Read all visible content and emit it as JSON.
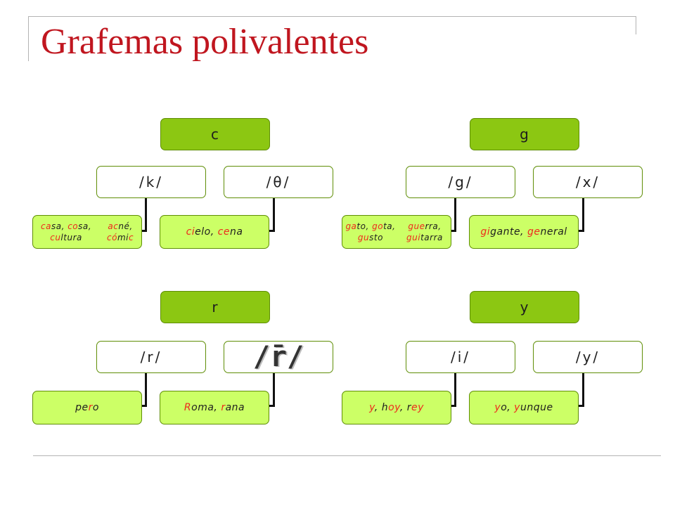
{
  "slide": {
    "title": "Grafemas polivalentes"
  },
  "colors": {
    "title": "#c0161f",
    "root_fill": "#8cc712",
    "leaf_fill": "#ccff66",
    "highlight": "#ee2a1c",
    "border": "#5f8e06"
  },
  "trees": [
    {
      "grapheme": "c",
      "phonemes": [
        {
          "label": "/k/",
          "examples": [
            [
              [
                "ca",
                true
              ],
              [
                "sa, ",
                false
              ],
              [
                "co",
                true
              ],
              [
                "sa, ",
                false
              ],
              [
                "cu",
                true
              ],
              [
                "ltura",
                false
              ]
            ],
            [
              [
                "ac",
                true
              ],
              [
                "né, ",
                false
              ],
              [
                "có",
                true
              ],
              [
                "mi",
                false
              ],
              [
                "c",
                true
              ]
            ]
          ]
        },
        {
          "label": "/θ/",
          "examples": [
            [
              [
                "ci",
                true
              ],
              [
                "elo, ",
                false
              ],
              [
                "ce",
                true
              ],
              [
                "na",
                false
              ]
            ]
          ]
        }
      ]
    },
    {
      "grapheme": "g",
      "phonemes": [
        {
          "label": "/g/",
          "examples": [
            [
              [
                "ga",
                true
              ],
              [
                "to, ",
                false
              ],
              [
                "go",
                true
              ],
              [
                "ta, ",
                false
              ],
              [
                "gu",
                true
              ],
              [
                "sto",
                false
              ]
            ],
            [
              [
                "gue",
                true
              ],
              [
                "rra, ",
                false
              ],
              [
                "gui",
                true
              ],
              [
                "tarra",
                false
              ]
            ]
          ]
        },
        {
          "label": "/x/",
          "examples": [
            [
              [
                "gi",
                true
              ],
              [
                "gante, ",
                false
              ],
              [
                "ge",
                true
              ],
              [
                "neral",
                false
              ]
            ]
          ]
        }
      ]
    },
    {
      "grapheme": "r",
      "phonemes": [
        {
          "label": "/r/",
          "examples": [
            [
              [
                "pe",
                false
              ],
              [
                "r",
                true
              ],
              [
                "o",
                false
              ]
            ]
          ]
        },
        {
          "label": "/r/",
          "examples": [
            [
              [
                "R",
                true
              ],
              [
                "oma, ",
                false
              ],
              [
                "r",
                true
              ],
              [
                "ana",
                false
              ]
            ]
          ]
        }
      ]
    },
    {
      "grapheme": "y",
      "phonemes": [
        {
          "label": "/i/",
          "examples": [
            [
              [
                "y",
                true
              ],
              [
                ", h",
                false
              ],
              [
                "oy",
                true
              ],
              [
                ", r",
                false
              ],
              [
                "ey",
                true
              ]
            ]
          ]
        },
        {
          "label": "/y/",
          "examples": [
            [
              [
                "y",
                true
              ],
              [
                "o, ",
                false
              ],
              [
                "y",
                true
              ],
              [
                "unque",
                false
              ]
            ]
          ]
        }
      ]
    }
  ]
}
